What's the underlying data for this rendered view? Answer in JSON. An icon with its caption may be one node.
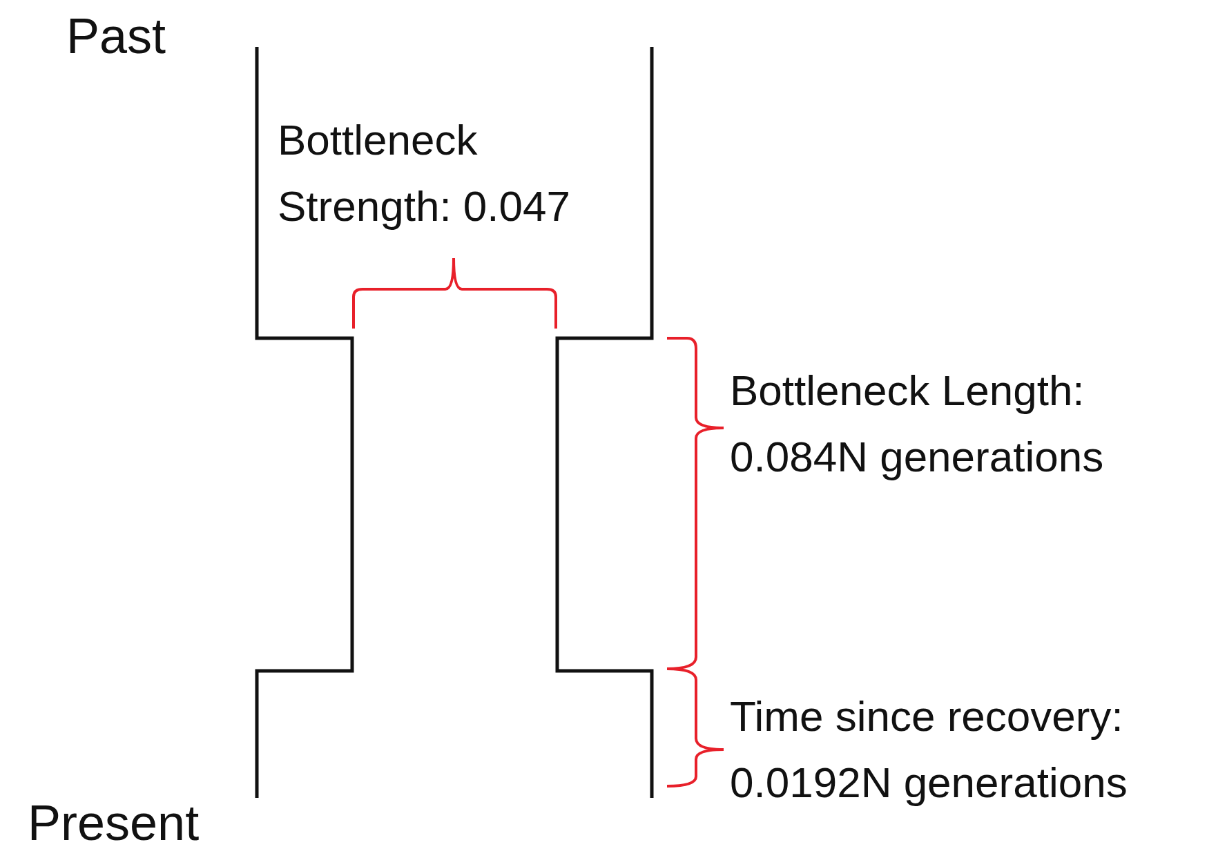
{
  "diagram": {
    "labels": [
      "Past",
      "Bottleneck Strength: 0.047",
      "Bottleneck Length: 0.084N generations",
      "Time since recovery: 0.0192N generations",
      "Present"
    ]
  }
}
